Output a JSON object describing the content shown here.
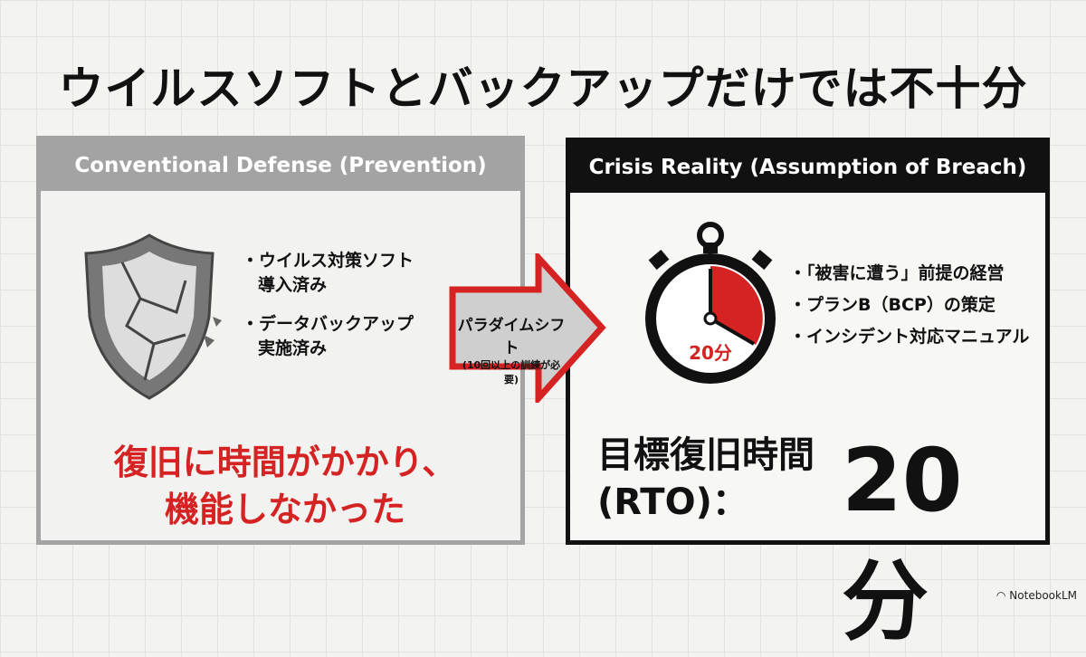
{
  "title": "ウイルスソフトとバックアップだけでは不十分",
  "left": {
    "header": "Conventional Defense (Prevention)",
    "bullets": [
      [
        "・ウイルス対策ソフト",
        "導入済み"
      ],
      [
        "・データバックアップ",
        "実施済み"
      ]
    ],
    "result": [
      "復旧に時間がかかり、",
      "機能しなかった"
    ]
  },
  "arrow": {
    "label": "パラダイムシフト",
    "sub": "(10回以上の訓練が必要)"
  },
  "right": {
    "header": "Crisis Reality (Assumption of Breach)",
    "timer_label": "20分",
    "bullets": [
      "・「被害に遭う」前提の経営",
      "・プランB（BCP）の策定",
      "・インシデント対応マニュアル"
    ],
    "rto_label": [
      "目標復旧時間",
      "(RTO)："
    ],
    "rto_value": "20分"
  },
  "footer": {
    "brand": "NotebookLM"
  },
  "colors": {
    "accent": "#d52222",
    "gray": "#a3a3a3",
    "dark": "#111111"
  }
}
